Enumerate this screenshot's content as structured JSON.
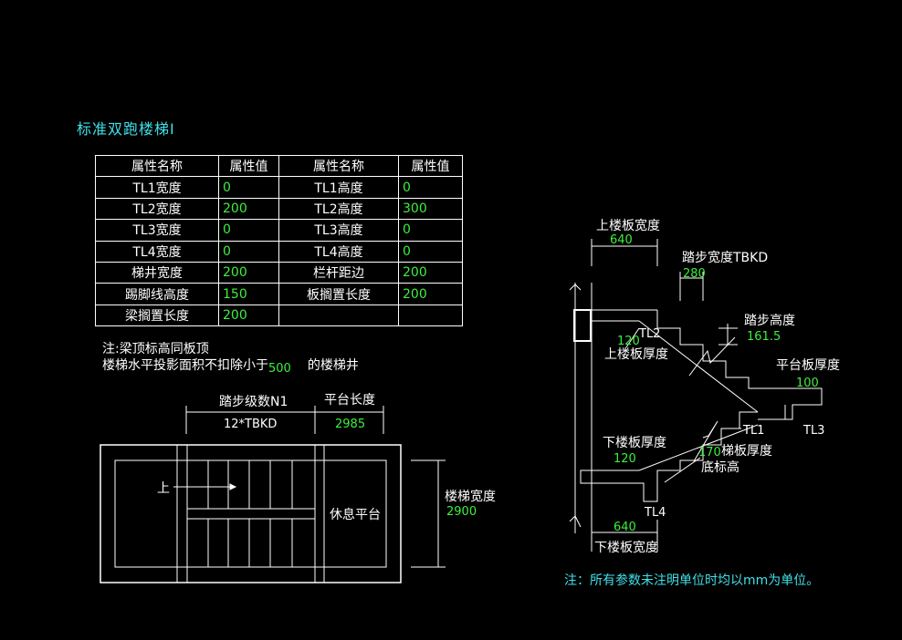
{
  "title": "标准双跑楼梯Ⅰ",
  "table": {
    "headers": [
      "属性名称",
      "属性值",
      "属性名称",
      "属性值"
    ],
    "rows": [
      [
        "TL1宽度",
        "0",
        "TL1高度",
        "0"
      ],
      [
        "TL2宽度",
        "200",
        "TL2高度",
        "300"
      ],
      [
        "TL3宽度",
        "0",
        "TL3高度",
        "0"
      ],
      [
        "TL4宽度",
        "0",
        "TL4高度",
        "0"
      ],
      [
        "梯井宽度",
        "200",
        "栏杆距边",
        "200"
      ],
      [
        "踢脚线高度",
        "150",
        "板搁置长度",
        "200"
      ],
      [
        "梁搁置长度",
        "200",
        "",
        ""
      ]
    ]
  },
  "notes": {
    "line1": "注:梁顶标高同板顶",
    "line2_prefix": "楼梯水平投影面积不扣除小于",
    "line2_value": "500",
    "line2_suffix": "的楼梯井",
    "bottom": "注：所有参数未注明单位时均以mm为单位。"
  },
  "plan": {
    "steps_label": "踏步级数N1",
    "steps_value": "12*TBKD",
    "platform_label": "平台长度",
    "platform_value": "2985",
    "width_label": "楼梯宽度",
    "width_value": "2900",
    "up_label": "上",
    "rest_label": "休息平台"
  },
  "section": {
    "upper_slab_width_label": "上楼板宽度",
    "upper_slab_width_value": "640",
    "tread_width_label": "踏步宽度TBKD",
    "tread_width_value": "280",
    "step_height_label": "踏步高度",
    "step_height_value": "161.5",
    "tl2": "TL2",
    "upper_thick_value": "120",
    "upper_thick_label": "上楼板厚度",
    "platform_thick_label": "平台板厚度",
    "platform_thick_value": "100",
    "tl1": "TL1",
    "tl3": "TL3",
    "lower_thick_label": "下楼板厚度",
    "lower_thick_value": "120",
    "slab_thick_value": "170",
    "slab_thick_label": "梯板厚度",
    "bottom_elev_label": "底标高",
    "tl4": "TL4",
    "lower_slab_width_value": "640",
    "lower_slab_width_label": "下楼板宽度"
  }
}
